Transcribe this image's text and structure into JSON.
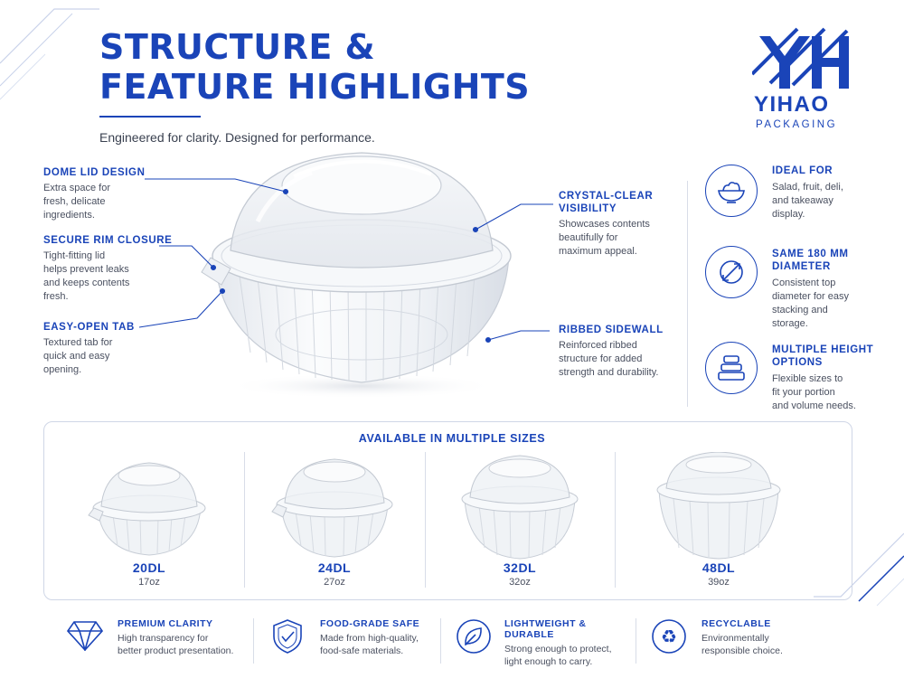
{
  "header": {
    "title_line1": "STRUCTURE &",
    "title_line2": "FEATURE HIGHLIGHTS",
    "subtitle": "Engineered for clarity. Designed for performance."
  },
  "brand": {
    "name": "YIHAO",
    "tagline": "PACKAGING",
    "color": "#1a44b8"
  },
  "callouts_left": [
    {
      "title": "DOME LID DESIGN",
      "text_lines": [
        "Extra space for",
        "fresh, delicate",
        "ingredients."
      ]
    },
    {
      "title": "SECURE RIM CLOSURE",
      "text_lines": [
        "Tight-fitting lid",
        "helps prevent leaks",
        "and keeps contents",
        "fresh."
      ]
    },
    {
      "title": "EASY-OPEN TAB",
      "text_lines": [
        "Textured tab for",
        "quick and easy",
        "opening."
      ]
    }
  ],
  "callouts_right": [
    {
      "title_lines": [
        "CRYSTAL-CLEAR",
        "VISIBILITY"
      ],
      "text_lines": [
        "Showcases contents",
        "beautifully for",
        "maximum appeal."
      ]
    },
    {
      "title_lines": [
        "RIBBED SIDEWALL"
      ],
      "text_lines": [
        "Reinforced ribbed",
        "structure for added",
        "strength and durability."
      ]
    }
  ],
  "features": [
    {
      "icon": "salad-bowl-icon",
      "title_lines": [
        "IDEAL FOR"
      ],
      "text_lines": [
        "Salad, fruit, deli,",
        "and takeaway",
        "display."
      ]
    },
    {
      "icon": "diameter-icon",
      "title_lines": [
        "SAME 180 MM",
        "DIAMETER"
      ],
      "text_lines": [
        "Consistent top",
        "diameter for easy",
        "stacking and",
        "storage."
      ]
    },
    {
      "icon": "stacked-containers-icon",
      "title_lines": [
        "MULTIPLE HEIGHT",
        "OPTIONS"
      ],
      "text_lines": [
        "Flexible sizes to",
        "fit your portion",
        "and volume needs."
      ]
    }
  ],
  "sizes": {
    "title": "AVAILABLE IN MULTIPLE SIZES",
    "items": [
      {
        "name": "20DL",
        "oz": "17oz"
      },
      {
        "name": "24DL",
        "oz": "27oz"
      },
      {
        "name": "32DL",
        "oz": "32oz"
      },
      {
        "name": "48DL",
        "oz": "39oz"
      }
    ]
  },
  "bottom": [
    {
      "icon": "diamond-icon",
      "title": "PREMIUM CLARITY",
      "text_lines": [
        "High transparency for",
        "better product presentation."
      ]
    },
    {
      "icon": "shield-check-icon",
      "title": "FOOD-GRADE SAFE",
      "text_lines": [
        "Made from high-quality,",
        "food-safe materials."
      ]
    },
    {
      "icon": "leaf-icon",
      "title": "LIGHTWEIGHT & DURABLE",
      "text_lines": [
        "Strong enough to protect,",
        "light enough to carry."
      ]
    },
    {
      "icon": "recycle-icon",
      "title": "RECYCLABLE",
      "text_lines": [
        "Environmentally",
        "responsible choice."
      ]
    }
  ]
}
